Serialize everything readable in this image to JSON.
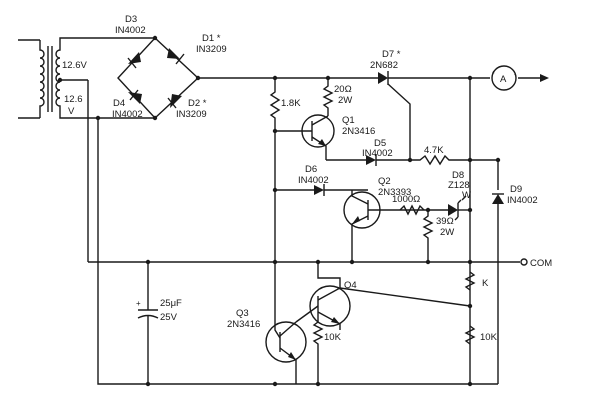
{
  "transformer": {
    "secondary_top": "12.6V",
    "secondary_bottom_1": "12.6",
    "secondary_bottom_2": "V"
  },
  "rectifier": {
    "d3": {
      "ref": "D3",
      "part": "IN4002"
    },
    "d1": {
      "ref": "D1 *",
      "part": "IN3209"
    },
    "d4": {
      "ref": "D4",
      "part": "IN4002"
    },
    "d2": {
      "ref": "D2 *",
      "part": "IN3209"
    }
  },
  "d7": {
    "ref": "D7 *",
    "part": "2N682"
  },
  "meter_label": "A",
  "r_bias": "1.8K",
  "r_20": {
    "value": "20Ω",
    "power": "2W"
  },
  "q1": {
    "ref": "Q1",
    "part": "2N3416"
  },
  "d5": {
    "ref": "D5",
    "part": "IN4002"
  },
  "r_47k": "4.7K",
  "d6": {
    "ref": "D6",
    "part": "IN4002"
  },
  "q2": {
    "ref": "Q2",
    "part": "2N3393"
  },
  "r_1000": "1000Ω",
  "d8": {
    "ref": "D8",
    "part": "Z128",
    "note": "W"
  },
  "d9": {
    "ref": "D9",
    "part": "IN4002"
  },
  "r_39": {
    "value": "39Ω",
    "power": "2W"
  },
  "com_label": "COM",
  "capacitor": {
    "value": "25μF",
    "voltage": "25V"
  },
  "q4": {
    "ref": "Q4"
  },
  "q3": {
    "ref": "Q3",
    "part": "2N3416"
  },
  "r_10k_q4": "10K",
  "r_k": "K",
  "r_10k_div": "10K"
}
